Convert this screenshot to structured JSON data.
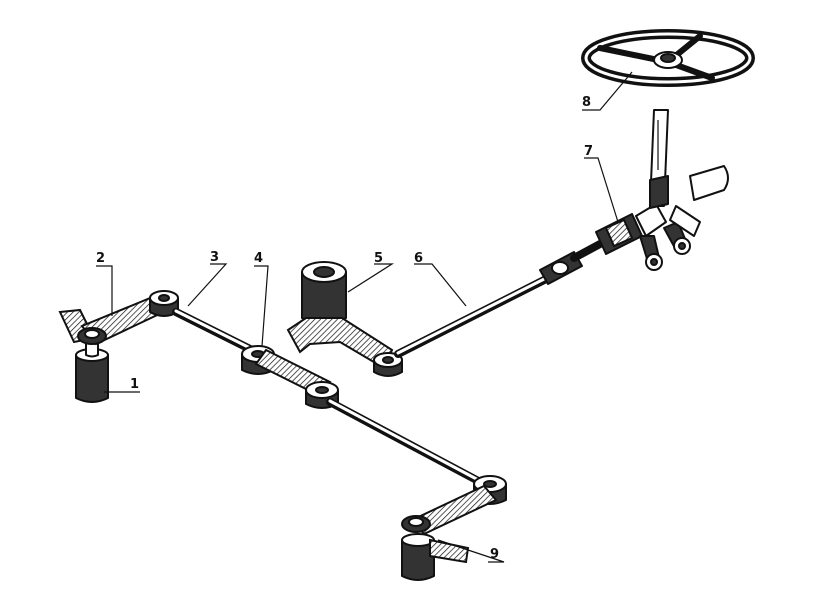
{
  "callouts": [
    {
      "id": "1",
      "label": "1",
      "part": "steering-knuckle-left"
    },
    {
      "id": "2",
      "label": "2",
      "part": "steering-arm-left"
    },
    {
      "id": "3",
      "label": "3",
      "part": "left-tie-rod"
    },
    {
      "id": "4",
      "label": "4",
      "part": "center-link-pivot"
    },
    {
      "id": "5",
      "label": "5",
      "part": "idler-bellcrank"
    },
    {
      "id": "6",
      "label": "6",
      "part": "drag-link"
    },
    {
      "id": "7",
      "label": "7",
      "part": "steering-gear"
    },
    {
      "id": "8",
      "label": "8",
      "part": "steering-wheel"
    },
    {
      "id": "9",
      "label": "9",
      "part": "steering-knuckle-right"
    }
  ],
  "colors": {
    "ink": "#111111",
    "background": "#ffffff",
    "shade": "#333333"
  }
}
